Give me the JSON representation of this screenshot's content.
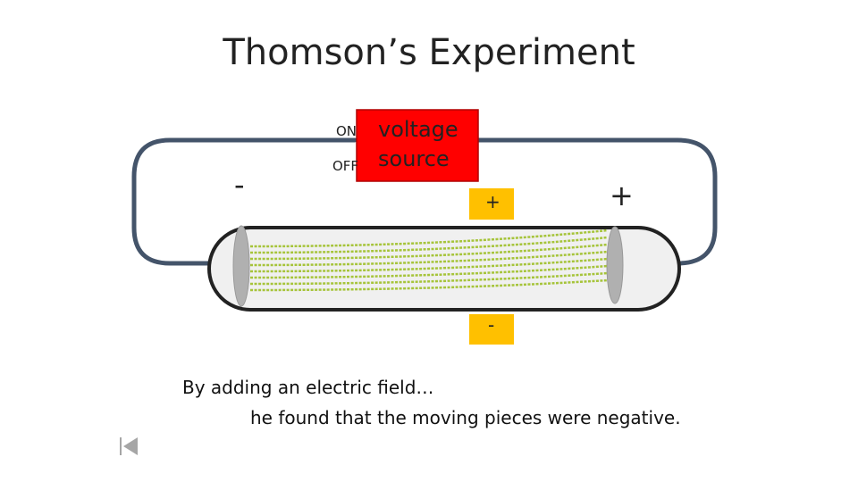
{
  "slide": {
    "title": "Thomson’s Experiment",
    "caption_line1": "By adding an electric field…",
    "caption_line2": "he found that the moving pieces were negative."
  },
  "diagram": {
    "switch_on_label": "ON",
    "switch_off_label": "OFF",
    "voltage_source_label_line1": "voltage",
    "voltage_source_label_line2": "source",
    "cathode_sign": "-",
    "anode_sign": "+",
    "upper_plate_sign": "+",
    "lower_plate_sign": "-"
  },
  "colors": {
    "wire": "#44546a",
    "voltage_source_fill": "#ff0000",
    "tube_fill": "#f0f0f0",
    "electrode": "#b0b0b0",
    "beam": "#a6c43a",
    "plate_fill": "#ffc000"
  },
  "icons": {
    "nav_back": "skip-back-icon"
  }
}
